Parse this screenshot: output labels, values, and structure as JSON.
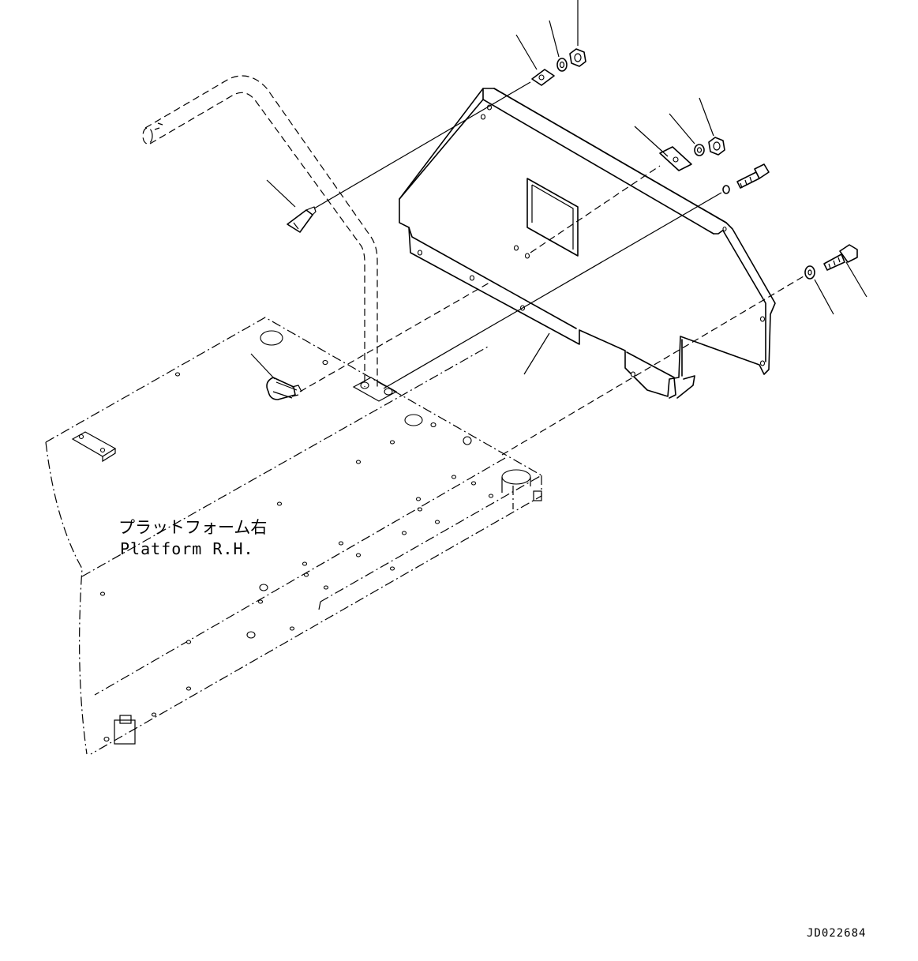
{
  "diagram": {
    "platform_label_jp": "プラットフォーム右",
    "platform_label_en": "Platform R.H.",
    "drawing_code": "JD022684"
  }
}
